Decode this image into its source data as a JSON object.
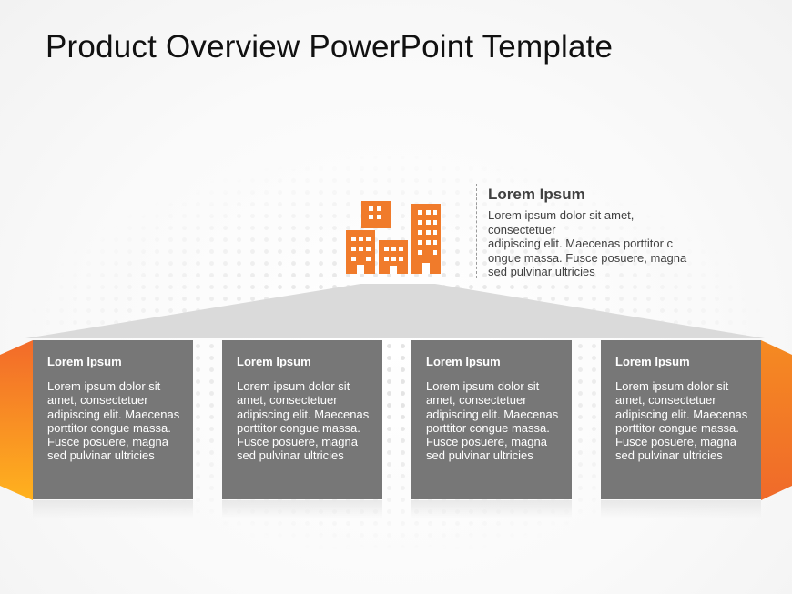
{
  "title": "Product Overview PowerPoint Template",
  "icon": {
    "name": "buildings-icon",
    "color": "#f07b2b"
  },
  "colors": {
    "accent_orange": "#f07b2b",
    "accent_yellow": "#ffb21e",
    "card_gray": "#777777",
    "connector_gray": "#dadada"
  },
  "top_block": {
    "heading": "Lorem Ipsum",
    "lines": [
      "Lorem ipsum dolor sit amet,",
      "consectetuer",
      "adipiscing elit. Maecenas porttitor c",
      "ongue massa. Fusce posuere, magna",
      "sed pulvinar ultricies"
    ]
  },
  "cards": [
    {
      "title": "Lorem Ipsum",
      "lines": [
        "Lorem ipsum dolor sit",
        "amet, consectetuer",
        "adipiscing elit. Maecenas",
        "porttitor congue massa.",
        "Fusce posuere, magna",
        "sed pulvinar ultricies"
      ]
    },
    {
      "title": "Lorem Ipsum",
      "lines": [
        "Lorem ipsum dolor sit",
        "amet, consectetuer",
        "adipiscing elit. Maecenas",
        "porttitor congue massa.",
        "Fusce posuere, magna",
        "sed pulvinar ultricies"
      ]
    },
    {
      "title": "Lorem Ipsum",
      "lines": [
        "Lorem ipsum dolor sit",
        "amet, consectetuer",
        "adipiscing elit. Maecenas",
        "porttitor congue massa.",
        "Fusce posuere, magna",
        "sed pulvinar ultricies"
      ]
    },
    {
      "title": "Lorem Ipsum",
      "lines": [
        "Lorem ipsum dolor sit",
        "amet, consectetuer",
        "adipiscing elit. Maecenas",
        "porttitor congue massa.",
        "Fusce posuere, magna",
        "sed pulvinar ultricies"
      ]
    }
  ]
}
